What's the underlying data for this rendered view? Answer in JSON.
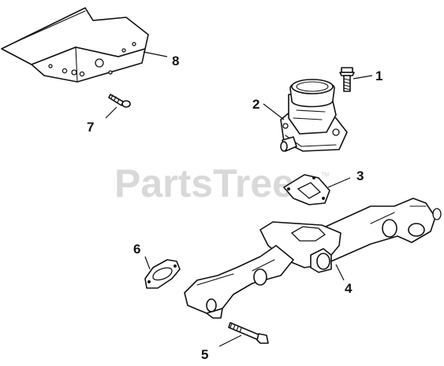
{
  "watermark": {
    "text": "PartsTree",
    "trademark": "TM"
  },
  "callouts": [
    {
      "id": "1",
      "label": "1"
    },
    {
      "id": "2",
      "label": "2"
    },
    {
      "id": "3",
      "label": "3"
    },
    {
      "id": "4",
      "label": "4"
    },
    {
      "id": "5",
      "label": "5"
    },
    {
      "id": "6",
      "label": "6"
    },
    {
      "id": "7",
      "label": "7"
    },
    {
      "id": "8",
      "label": "8"
    }
  ],
  "colors": {
    "line": "#111111",
    "watermark": "#d9d9d9",
    "background": "#ffffff"
  }
}
